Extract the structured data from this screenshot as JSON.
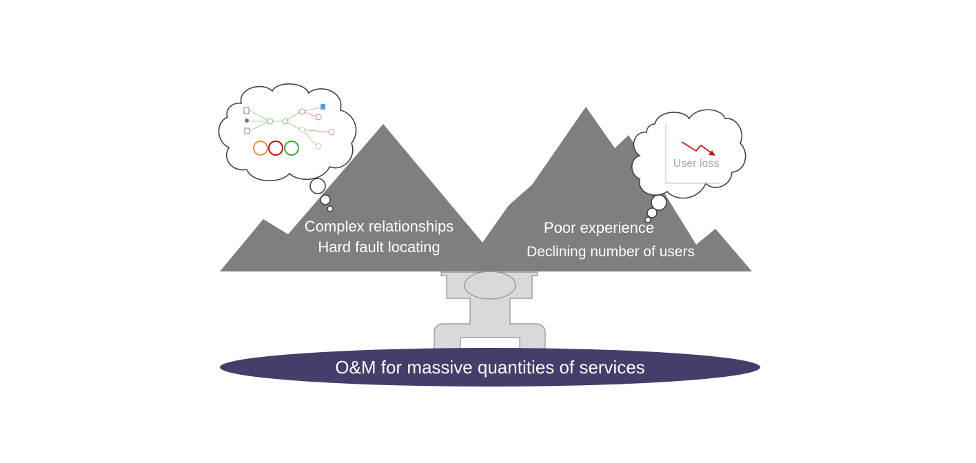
{
  "left_mountain": {
    "line1": "Complex relationships",
    "line2": "Hard fault locating"
  },
  "right_mountain": {
    "line1": "Poor experience",
    "line2": "Declining number of users"
  },
  "right_cloud": {
    "chart_label": "User loss"
  },
  "base": {
    "label": "O&M for massive quantities of services"
  },
  "colors": {
    "mountain": "#7f7f7f",
    "base": "#433f6b",
    "figure": "#d9d9d9",
    "decline_arrow": "#c0171c"
  },
  "icons": [
    "topology-diagram-icon",
    "decline-arrow-icon"
  ]
}
